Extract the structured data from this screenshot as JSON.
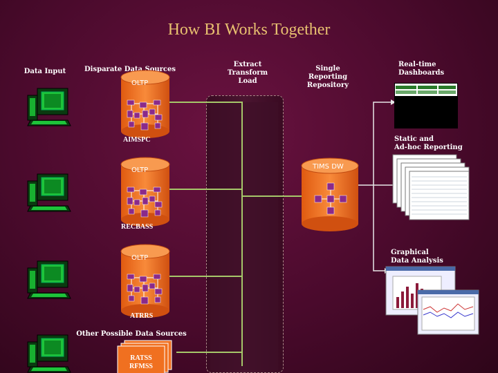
{
  "title": "How BI  Works Together",
  "labels": {
    "data_input": "Data Input",
    "disparate": "Disparate Data Sources",
    "etl": [
      "Extract",
      "Transform",
      "Load"
    ],
    "repository": [
      "Single",
      "Reporting",
      "Repository"
    ],
    "realtime": [
      "Real-time",
      "Dashboards"
    ],
    "static": [
      "Static and",
      "Ad-hoc Reporting"
    ],
    "graphical": [
      "Graphical",
      "Data Analysis"
    ],
    "other_sources": "Other Possible Data Sources"
  },
  "sources": [
    {
      "db_label": "OLTP",
      "name": "AIMSPC"
    },
    {
      "db_label": "OLTP",
      "name": "RECBASS"
    },
    {
      "db_label": "OLTP",
      "name": "ATRRS"
    }
  ],
  "other_boxes": [
    "RATSS",
    "RFMSS"
  ],
  "warehouse": "TIMS DW",
  "colors": {
    "title": "#e8c070",
    "cylinder": "#f07020",
    "chip": "#8a2a8a",
    "flow_line": "#a6c86a"
  }
}
